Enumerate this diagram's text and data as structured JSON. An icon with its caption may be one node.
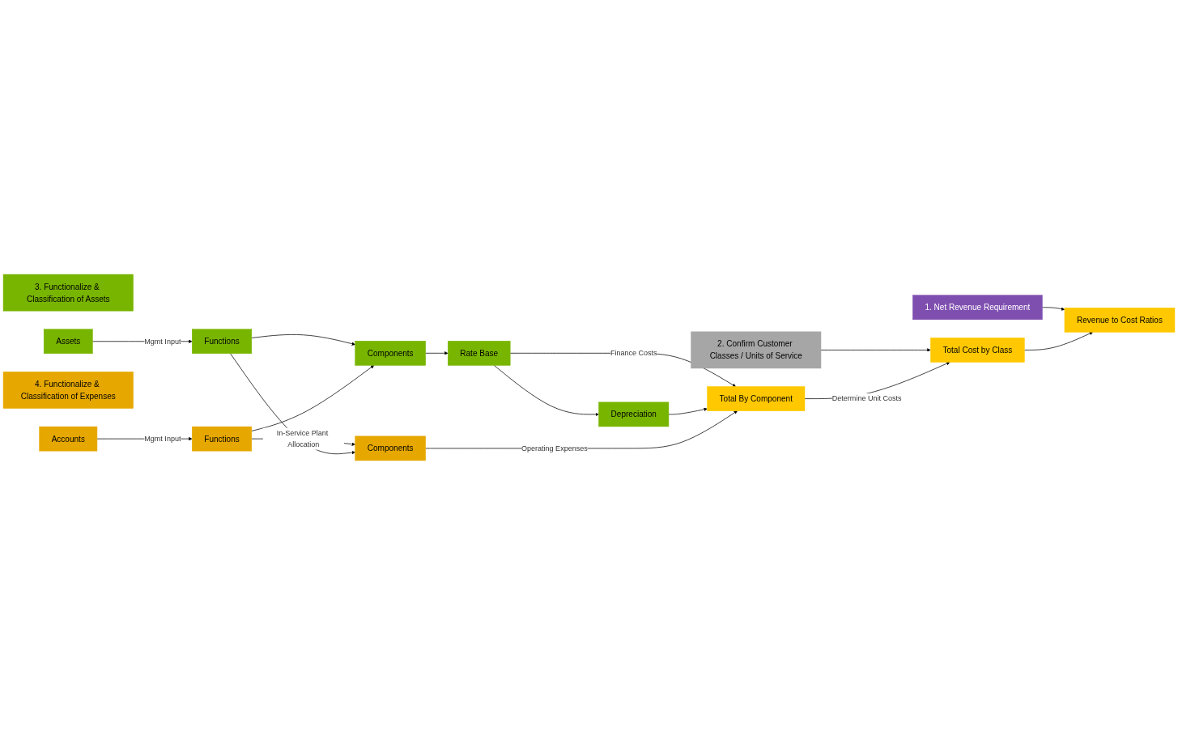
{
  "diagram": {
    "nodes": [
      {
        "text": [
          "1. Net Revenue Requirement"
        ]
      },
      {
        "text": [
          "2. Confirm Customer Classes / Units of Service"
        ]
      },
      {
        "text": [
          "3. Functionalize & Classification of Assets"
        ]
      },
      {
        "text": [
          "Revenue to Cost Ratios"
        ]
      },
      {
        "text": [
          "Assets"
        ]
      },
      {
        "text": [
          "Functions"
        ]
      },
      {
        "text": [
          "Components"
        ]
      },
      {
        "text": [
          "Rate Base"
        ]
      },
      {
        "text": [
          "Depreciation"
        ]
      },
      {
        "text": [
          "Total By Component"
        ]
      },
      {
        "text": [
          "Total Cost by Class"
        ]
      },
      {
        "text": [
          "4. Functionalize & Classification of Expenses"
        ]
      },
      {
        "text": [
          "Accounts"
        ]
      },
      {
        "text": [
          "Functions"
        ]
      },
      {
        "text": [
          "Components"
        ]
      }
    ],
    "edges": [
      {
        "from": 0,
        "to": 3,
        "arrow": "to"
      },
      {
        "from": 1,
        "to": 10,
        "arrow": "to"
      },
      {
        "from": 4,
        "to": 5,
        "arrow": "to",
        "label": "Mgmt Input"
      },
      {
        "from": 5,
        "to": 6,
        "arrow": "to"
      },
      {
        "from": 6,
        "to": 7,
        "arrow": "to"
      },
      {
        "from": 7,
        "to": 9,
        "arrow": "to",
        "label": "Finance Costs"
      },
      {
        "from": 7,
        "to": 8,
        "arrow": "to"
      },
      {
        "from": 8,
        "to": 9,
        "arrow": "to"
      },
      {
        "from": 9,
        "to": 10,
        "arrow": "to",
        "label": "Determine Unit Costs"
      },
      {
        "from": 10,
        "to": 3,
        "arrow": "to"
      },
      {
        "from": 12,
        "to": 13,
        "arrow": "to",
        "label": "Mgmt Input"
      },
      {
        "from": 13,
        "to": 14,
        "arrow": "to",
        "label": "In-Service Plant Allocation"
      },
      {
        "from": 5,
        "to": 14,
        "arrow": "to"
      },
      {
        "from": 13,
        "to": 6,
        "arrow": "to"
      },
      {
        "from": 14,
        "to": 9,
        "arrow": "to",
        "label": "Operating Expenses"
      }
    ]
  }
}
